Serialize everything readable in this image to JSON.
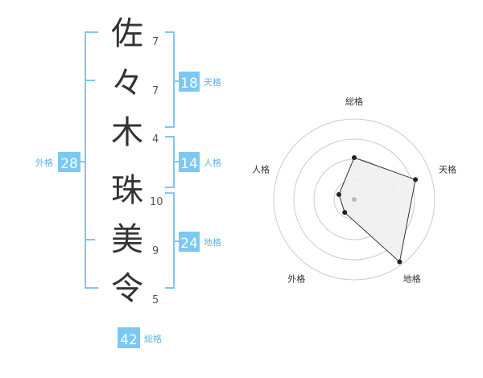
{
  "name": {
    "characters": [
      {
        "char": "佐",
        "strokes": "7"
      },
      {
        "char": "々",
        "strokes": "7"
      },
      {
        "char": "木",
        "strokes": "4"
      },
      {
        "char": "珠",
        "strokes": "10"
      },
      {
        "char": "美",
        "strokes": "9"
      },
      {
        "char": "令",
        "strokes": "5"
      }
    ]
  },
  "kaku": {
    "tenkaku": {
      "value": "18",
      "label": "天格"
    },
    "jinkaku": {
      "value": "14",
      "label": "人格"
    },
    "chikaku": {
      "value": "24",
      "label": "地格"
    },
    "gaikaku": {
      "value": "28",
      "label": "外格"
    },
    "soukaku": {
      "value": "42",
      "label": "総格"
    }
  },
  "chart_data": {
    "type": "radar",
    "title": "",
    "axes": [
      "総格",
      "天格",
      "地格",
      "外格",
      "人格"
    ],
    "max": 5,
    "rings": 4,
    "values": [
      2.6,
      4.0,
      4.8,
      1.0,
      1.0
    ]
  },
  "colors": {
    "accent": "#7cc8f5",
    "accent_text": "#5bb3e8",
    "char": "#333333",
    "stroke_num": "#555555",
    "radar_grid": "#cccccc",
    "radar_fill": "#efefef",
    "radar_line": "#333333",
    "radar_point": "#222222",
    "radar_center": "#bbbbbb"
  }
}
